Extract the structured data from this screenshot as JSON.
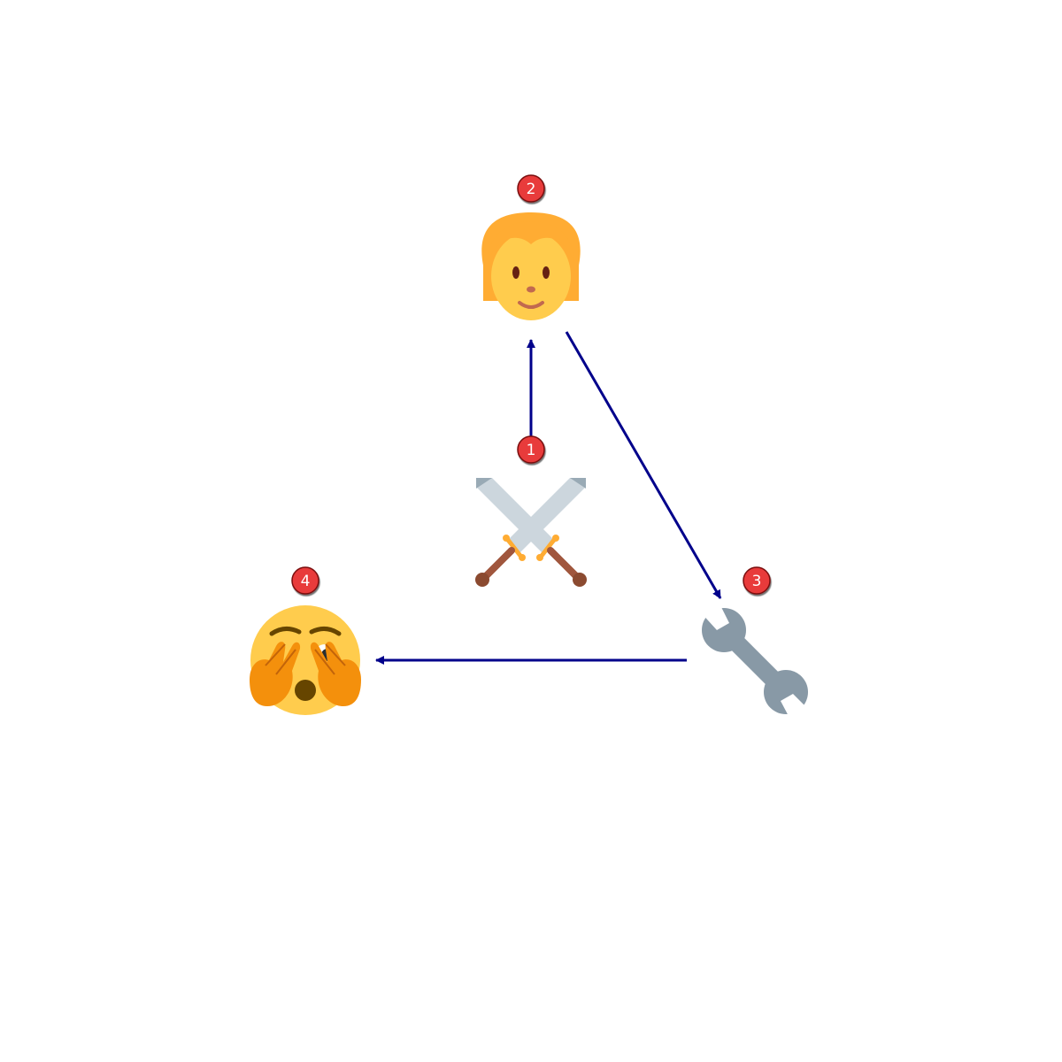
{
  "diagram": {
    "nodes": [
      {
        "id": "swords",
        "number": "1",
        "icon": "crossed-swords-icon"
      },
      {
        "id": "person",
        "number": "2",
        "icon": "person-icon"
      },
      {
        "id": "wrench",
        "number": "3",
        "icon": "wrench-icon"
      },
      {
        "id": "face",
        "number": "4",
        "icon": "face-with-hands-over-eyes-icon"
      }
    ],
    "edges": [
      {
        "from": "swords",
        "to": "person"
      },
      {
        "from": "person",
        "to": "wrench"
      },
      {
        "from": "wrench",
        "to": "face"
      }
    ],
    "colors": {
      "arrow": "#00008b",
      "badge": "#e83a3a",
      "badge_stroke": "#7a1111",
      "skin": "#ffcc4d",
      "hair": "#ffac33",
      "hand": "#f4900c",
      "metal": "#ccd6dd",
      "wrench": "#8899a6"
    }
  }
}
